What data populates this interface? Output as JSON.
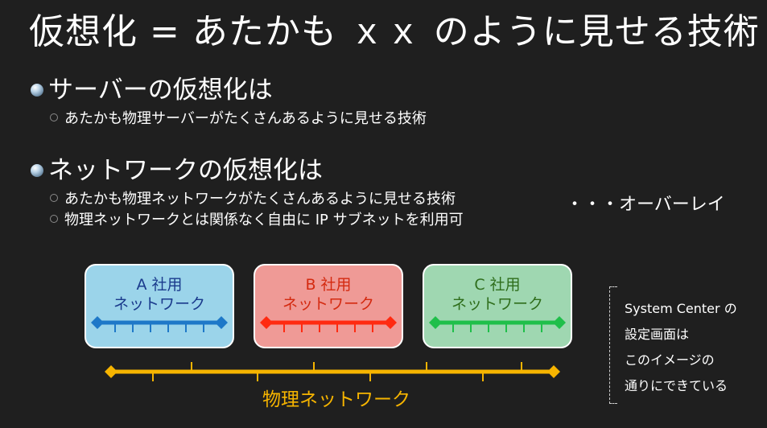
{
  "title": "仮想化 = あたかも ｘｘ のように見せる技術",
  "sections": [
    {
      "heading": "サーバーの仮想化は",
      "points": [
        "あたかも物理サーバーがたくさんあるように見せる技術"
      ]
    },
    {
      "heading": "ネットワークの仮想化は",
      "points": [
        "あたかも物理ネットワークがたくさんあるように見せる技術",
        "物理ネットワークとは関係なく自由に IP サブネットを利用可"
      ]
    }
  ],
  "overlay_label": "・・・オーバーレイ",
  "tenant_networks": [
    {
      "line1": "A 社用",
      "line2": "ネットワーク",
      "fill": "#9bd4ea",
      "text_color": "#1a3a8c",
      "line_color": "#1e78c8"
    },
    {
      "line1": "B 社用",
      "line2": "ネットワーク",
      "fill": "#ef9a96",
      "text_color": "#d42a10",
      "line_color": "#ff2a10"
    },
    {
      "line1": "C 社用",
      "line2": "ネットワーク",
      "fill": "#9fd7b1",
      "text_color": "#2f6e1c",
      "line_color": "#1fbf4a"
    }
  ],
  "physical_network": {
    "label": "物理ネットワーク",
    "color": "#f6b400"
  },
  "note_lines": [
    "System Center の",
    "設定画面は",
    "このイメージの",
    "通りにできている"
  ]
}
